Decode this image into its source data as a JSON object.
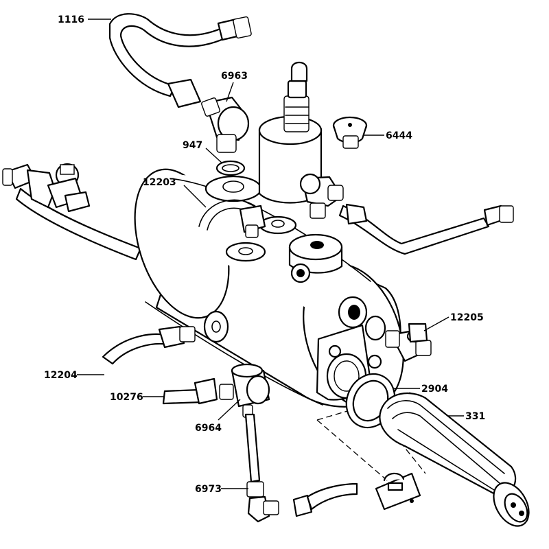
{
  "callouts": [
    {
      "id": "1116",
      "label": "1116"
    },
    {
      "id": "6963",
      "label": "6963"
    },
    {
      "id": "6444",
      "label": "6444"
    },
    {
      "id": "947",
      "label": "947"
    },
    {
      "id": "12203",
      "label": "12203"
    },
    {
      "id": "12205",
      "label": "12205"
    },
    {
      "id": "12204",
      "label": "12204"
    },
    {
      "id": "10276",
      "label": "10276"
    },
    {
      "id": "2904",
      "label": "2904"
    },
    {
      "id": "331",
      "label": "331"
    },
    {
      "id": "6964",
      "label": "6964"
    },
    {
      "id": "6973",
      "label": "6973"
    }
  ],
  "colors": {
    "ink": "#000000",
    "paper": "#ffffff"
  }
}
